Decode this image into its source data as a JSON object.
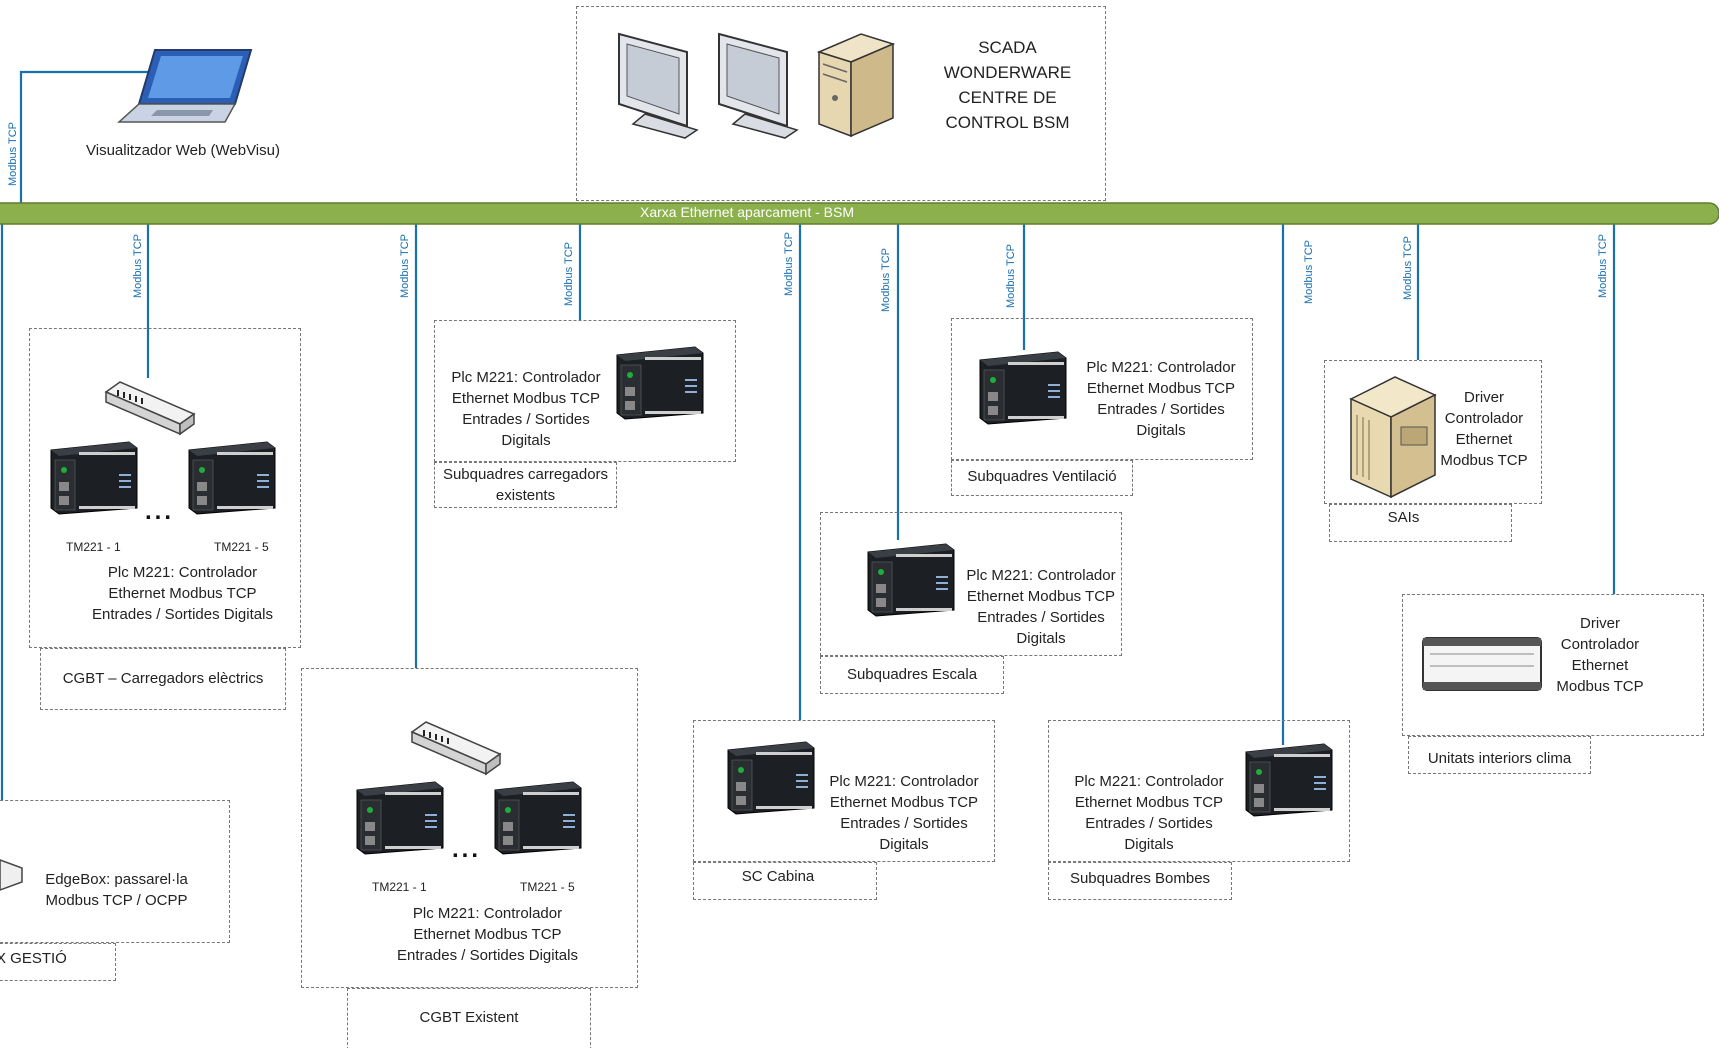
{
  "bus": {
    "label": "Xarxa Ethernet aparcament - BSM",
    "color": "#8bb04c"
  },
  "link_label": "Modbus TCP",
  "link_color": "#1a6faf",
  "scada": {
    "title": [
      "SCADA",
      "WONDERWARE",
      "CENTRE DE",
      "CONTROL BSM"
    ]
  },
  "webvisu": {
    "label": "Visualitzador Web (WebVisu)"
  },
  "plc_text": {
    "line1": "Plc M221: Controlador",
    "line2": "Ethernet Modbus TCP",
    "line3": "Entrades / Sortides",
    "line4": "Digitals",
    "line34": "Entrades / Sortides Digitals"
  },
  "cgbt_carregadors": {
    "tm_first": "TM221 - 1",
    "tm_last": "TM221 - 5",
    "dots": "...",
    "caption": "CGBT – Carregadors elèctrics"
  },
  "cgbt_existent": {
    "tm_first": "TM221 - 1",
    "tm_last": "TM221 - 5",
    "dots": "...",
    "caption": "CGBT Existent"
  },
  "subq_carregadors": {
    "caption_l1": "Subquadres carregadors",
    "caption_l2": "existents"
  },
  "subq_escala": {
    "caption": "Subquadres Escala"
  },
  "sc_cabina": {
    "caption": "SC Cabina"
  },
  "subq_ventilacio": {
    "caption": "Subquadres Ventilació"
  },
  "subq_bombes": {
    "caption": "Subquadres Bombes"
  },
  "sais": {
    "driver": [
      "Driver",
      "Controlador",
      "Ethernet",
      "Modbus TCP"
    ],
    "caption": "SAIs"
  },
  "clima": {
    "driver": [
      "Driver",
      "Controlador",
      "Ethernet",
      "Modbus TCP"
    ],
    "caption": "Unitats interiors clima"
  },
  "edgebox": {
    "line1": "EdgeBox:  passarel·la",
    "line2": "Modbus TCP / OCPP",
    "caption": "X GESTIÓ"
  }
}
